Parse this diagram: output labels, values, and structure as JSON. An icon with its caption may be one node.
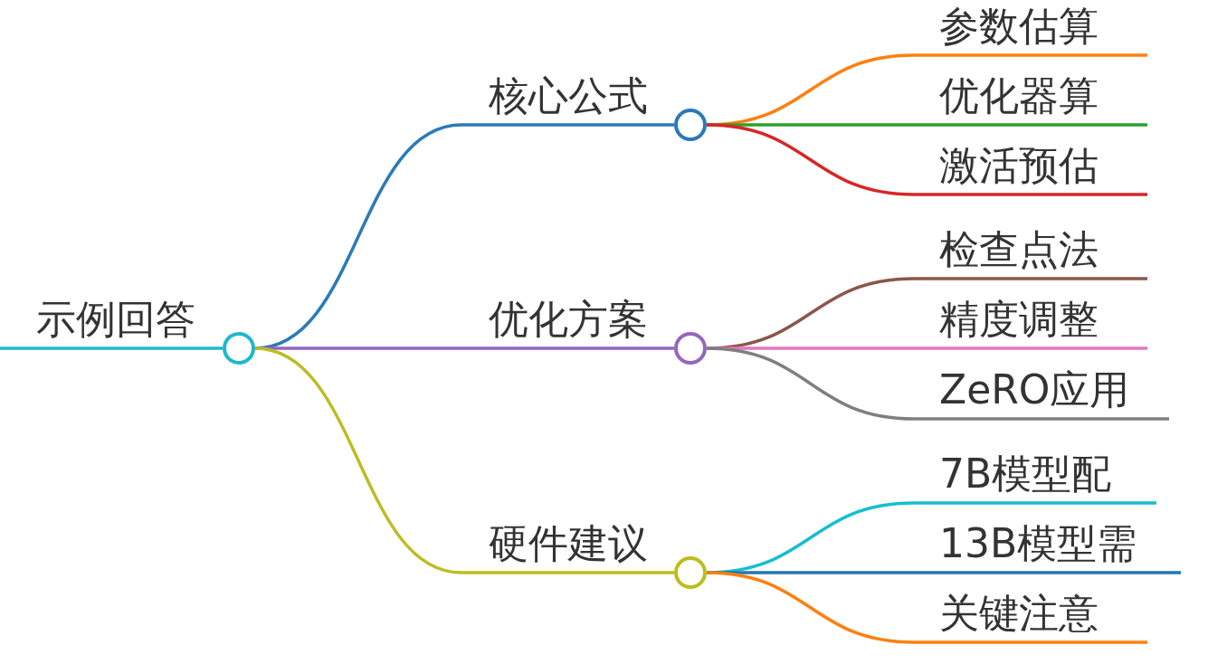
{
  "diagram": {
    "nodes": [
      {
        "text": [
          "示例回答"
        ]
      },
      {
        "text": [
          "核心公式"
        ]
      },
      {
        "text": [
          "参数估算"
        ]
      },
      {
        "text": [
          "优化器算"
        ]
      },
      {
        "text": [
          "激活预估"
        ]
      },
      {
        "text": [
          "优化方案"
        ]
      },
      {
        "text": [
          "检查点法"
        ]
      },
      {
        "text": [
          "精度调整"
        ]
      },
      {
        "text": [
          "ZeRO应用"
        ]
      },
      {
        "text": [
          "硬件建议"
        ]
      },
      {
        "text": [
          "7B模型配"
        ]
      },
      {
        "text": [
          "13B模型需"
        ]
      },
      {
        "text": [
          "关键注意"
        ]
      }
    ],
    "edges": [
      {
        "from": null,
        "to": 0,
        "arrow": "none",
        "color": "#1fb8cc"
      },
      {
        "from": 0,
        "to": 1,
        "arrow": "none",
        "color": "#2a7ab8"
      },
      {
        "from": 0,
        "to": 5,
        "arrow": "none",
        "color": "#9467bd"
      },
      {
        "from": 0,
        "to": 9,
        "arrow": "none",
        "color": "#bcbd22"
      },
      {
        "from": 1,
        "to": 2,
        "arrow": "none",
        "color": "#ff7f0e"
      },
      {
        "from": 1,
        "to": 3,
        "arrow": "none",
        "color": "#2ca02c"
      },
      {
        "from": 1,
        "to": 4,
        "arrow": "none",
        "color": "#d62728"
      },
      {
        "from": 5,
        "to": 6,
        "arrow": "none",
        "color": "#8c564b"
      },
      {
        "from": 5,
        "to": 7,
        "arrow": "none",
        "color": "#e377c2"
      },
      {
        "from": 5,
        "to": 8,
        "arrow": "none",
        "color": "#7f7f7f"
      },
      {
        "from": 9,
        "to": 10,
        "arrow": "none",
        "color": "#17becf"
      },
      {
        "from": 9,
        "to": 11,
        "arrow": "none",
        "color": "#1f77b4"
      },
      {
        "from": 9,
        "to": 12,
        "arrow": "none",
        "color": "#ff7f0e"
      }
    ]
  }
}
